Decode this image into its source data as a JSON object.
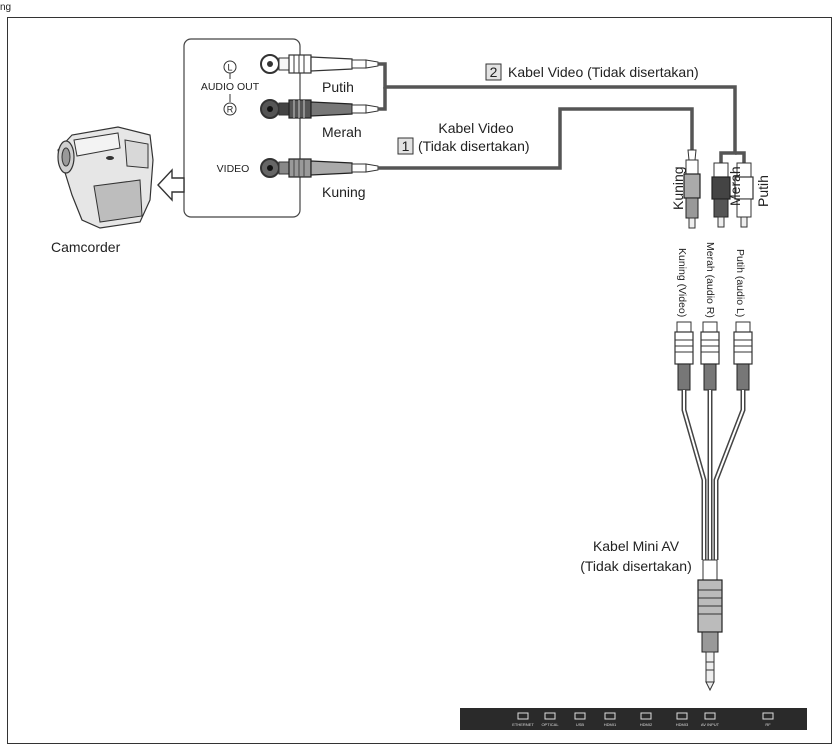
{
  "figure_tag": "ng",
  "panel": {
    "audio_out_label": "AUDIO OUT",
    "left_symbol": "L",
    "right_symbol": "R",
    "video_label": "VIDEO"
  },
  "device": {
    "label": "Camcorder"
  },
  "connectors": {
    "white": "Putih",
    "red": "Merah",
    "yellow": "Kuning"
  },
  "cable1": {
    "number": "1",
    "line1": "Kabel Video",
    "line2": "(Tidak disertakan)"
  },
  "cable2": {
    "number": "2",
    "text": "Kabel Video (Tidak disertakan)"
  },
  "plug_labels": {
    "yellow": "Kuning",
    "red": "Merah",
    "white": "Putih"
  },
  "breakout_labels": {
    "yellow": "Kuning (Video)",
    "red": "Merah (audio R)",
    "white": "Putih (audio L)"
  },
  "mini_av": {
    "line1": "Kabel Mini AV",
    "line2": "(Tidak disertakan)"
  },
  "tv_ports": [
    "ETHERNET",
    "OPTICAL",
    "USB",
    "HDMI1",
    "HDMI2",
    "HDMI3",
    "AV INPUT",
    "RF"
  ]
}
